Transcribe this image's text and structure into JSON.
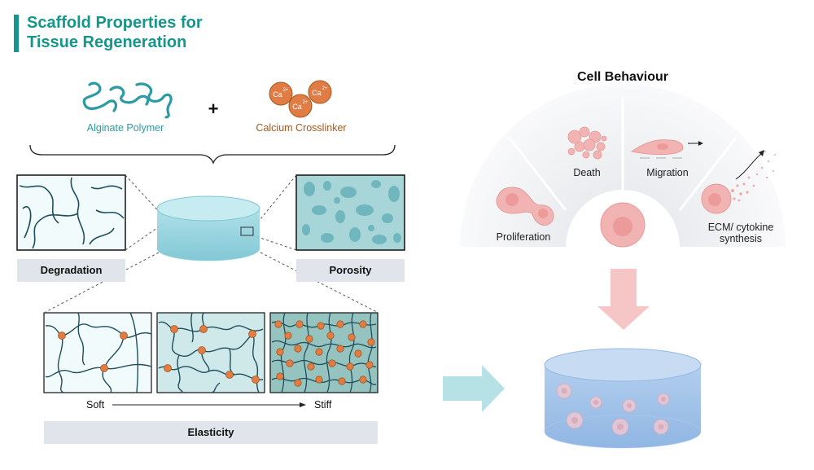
{
  "title": {
    "line1": "Scaffold Properties for",
    "line2": "Tissue Regeneration"
  },
  "ingredients": {
    "alginate_label": "Alginate Polymer",
    "calcium_label": "Calcium Crosslinker",
    "plus": "+",
    "ion_label": "Ca",
    "ion_charge": "2+"
  },
  "properties": {
    "degradation": "Degradation",
    "porosity": "Porosity",
    "elasticity": "Elasticity",
    "soft": "Soft",
    "stiff": "Stiff"
  },
  "cell_behaviour": {
    "title": "Cell Behaviour",
    "proliferation": "Proliferation",
    "death": "Death",
    "migration": "Migration",
    "ecm_line1": "ECM/ cytokine",
    "ecm_line2": "synthesis"
  },
  "colors": {
    "title_teal": "#15968a",
    "alginate_teal": "#2c9aa4",
    "calcium_brown": "#a4591e",
    "calcium_orange": "#e07c44",
    "strand": "#1f4f5c",
    "label_grey": "#e1e4ea",
    "cell_pink": "#f2b3b3",
    "arrow_pink": "#f6c6c6",
    "arrow_teal": "#a9dde2"
  }
}
